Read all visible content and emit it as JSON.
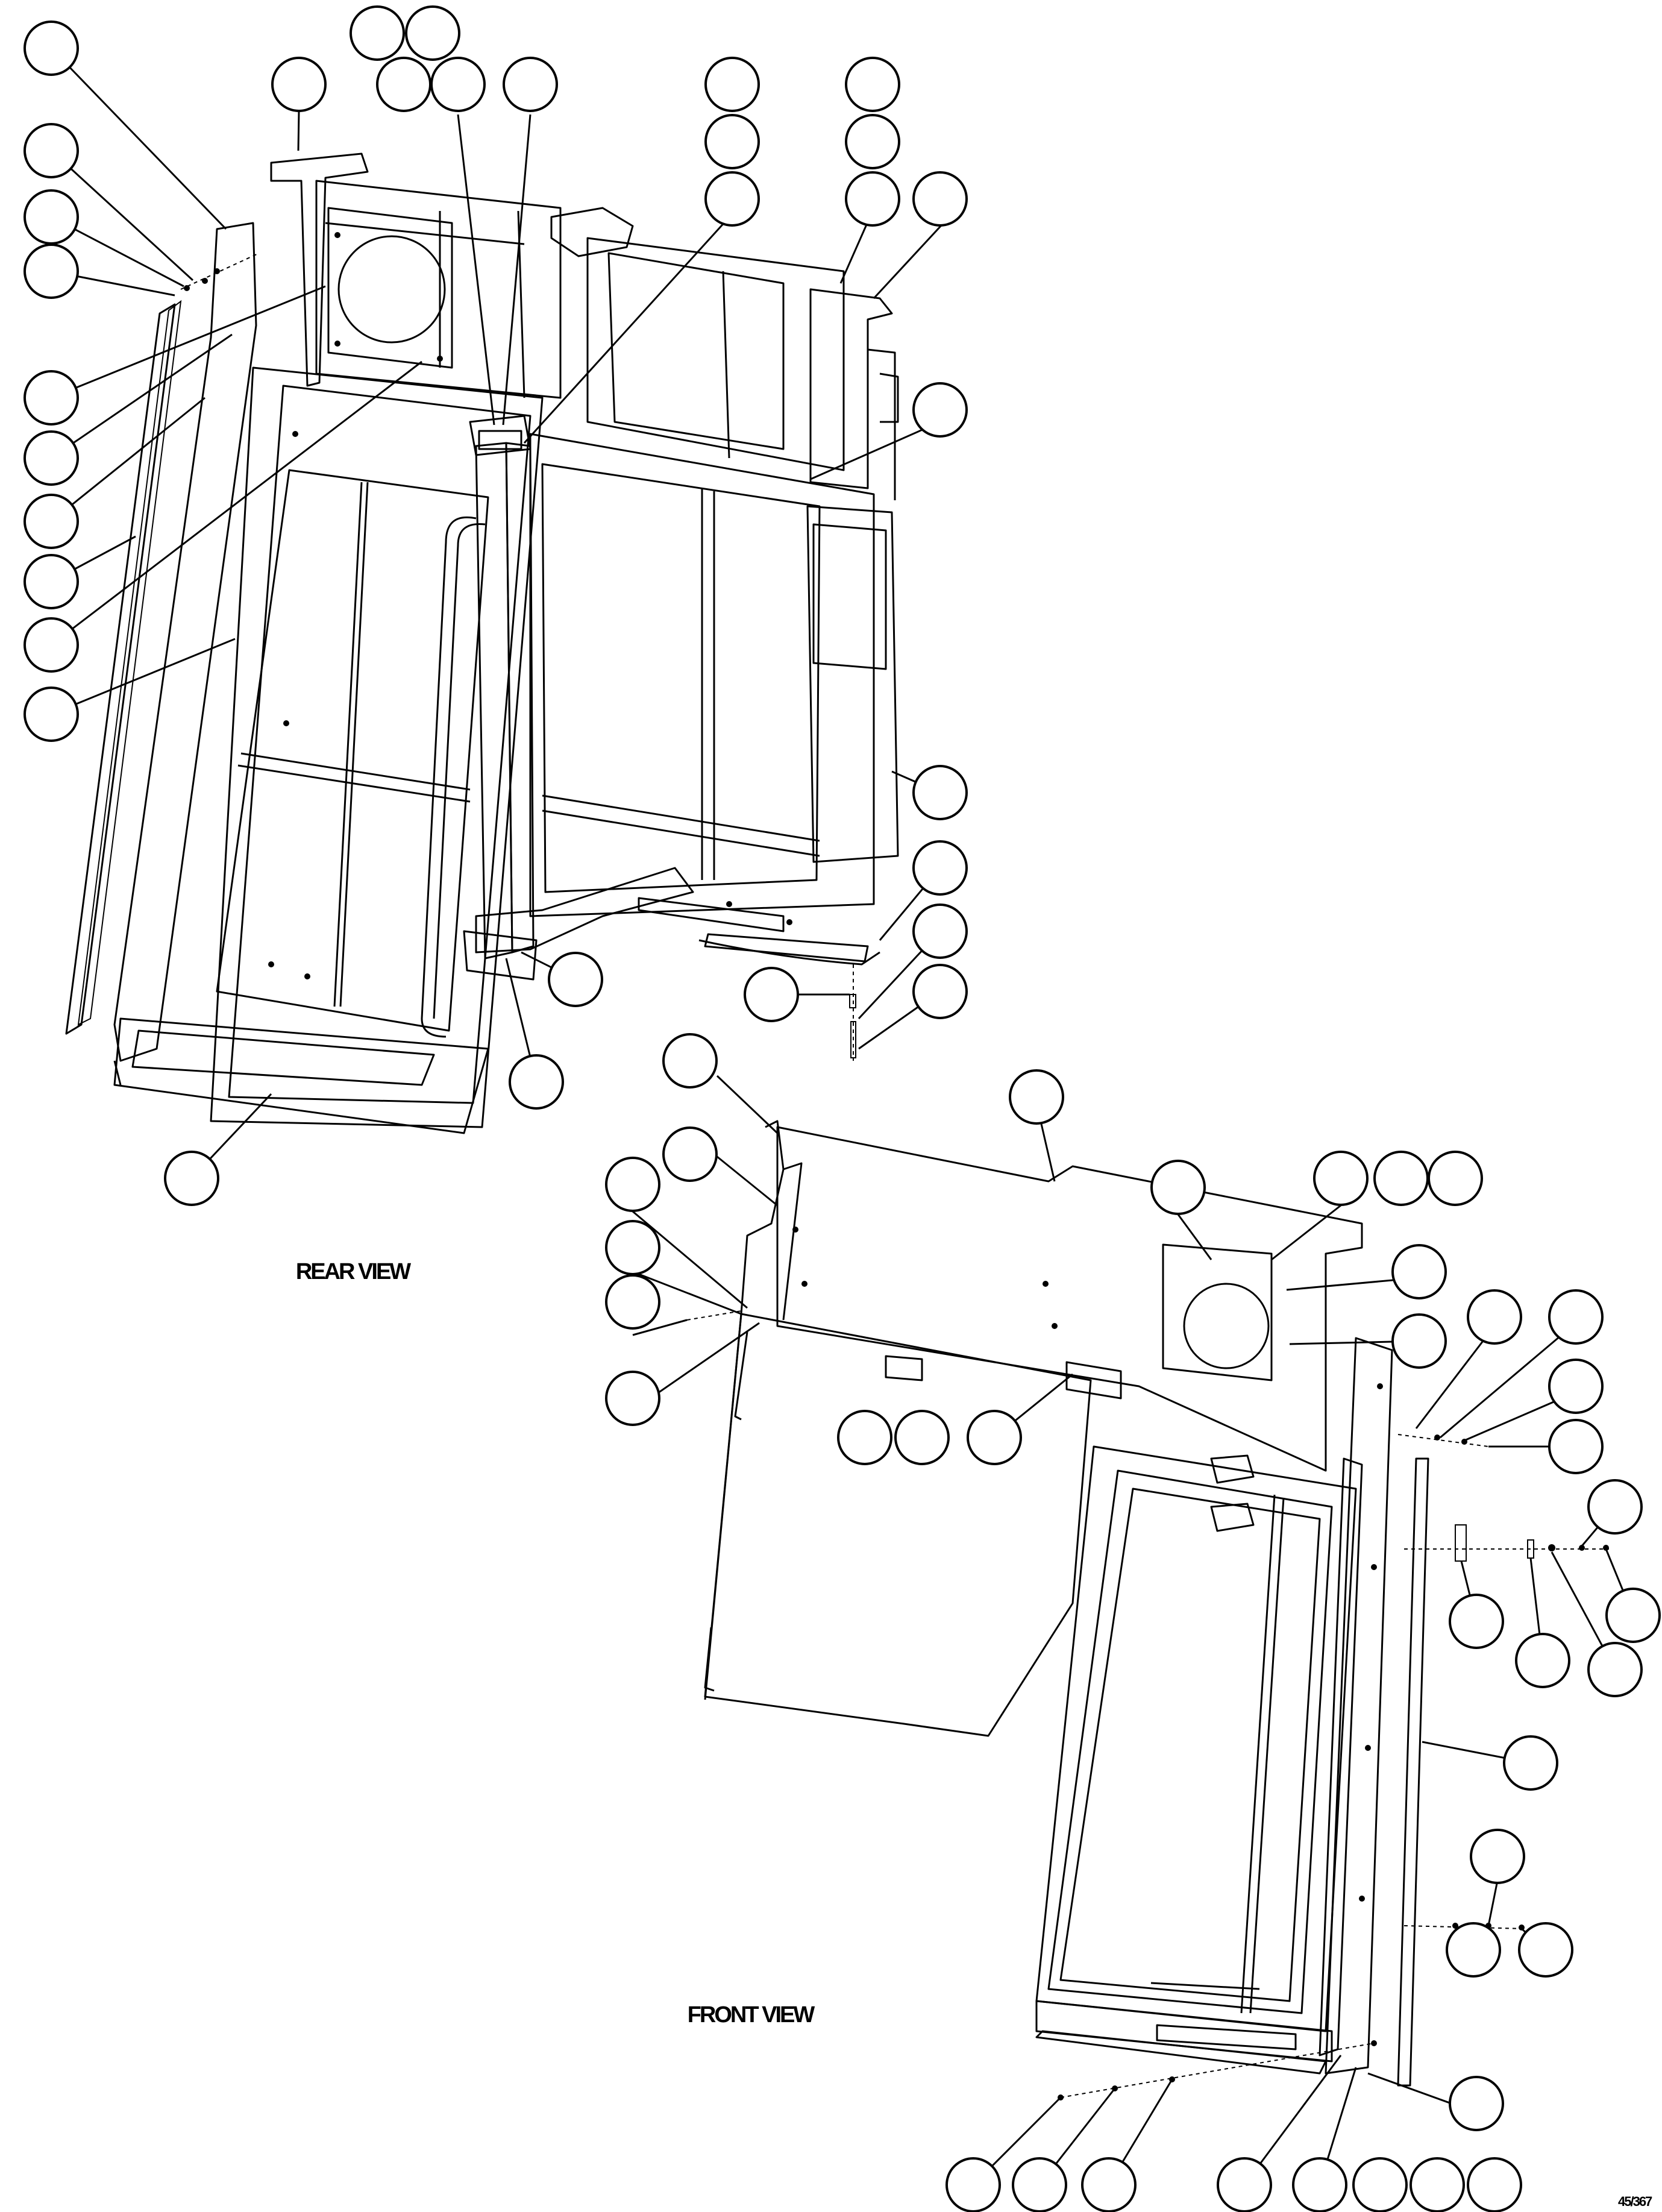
{
  "labels": {
    "rear_view": "REAR VIEW",
    "front_view": "FRONT VIEW",
    "drawing_id": "45/367"
  },
  "callouts": {
    "rear": [
      "",
      "",
      "",
      "",
      "",
      "",
      "",
      "",
      "",
      "",
      "",
      "",
      "",
      "",
      "",
      "",
      "",
      "",
      "",
      "",
      "",
      "",
      "",
      "",
      "",
      "",
      "",
      "",
      "",
      ""
    ],
    "front": [
      "",
      "",
      "",
      "",
      "",
      "",
      "",
      "",
      "",
      "",
      "",
      "",
      "",
      "",
      "",
      "",
      "",
      "",
      "",
      "",
      "",
      "",
      "",
      "",
      "",
      "",
      "",
      "",
      "",
      "",
      "",
      "",
      "",
      "",
      "",
      ""
    ]
  },
  "colors": {
    "line": "#000000",
    "background": "#ffffff"
  }
}
